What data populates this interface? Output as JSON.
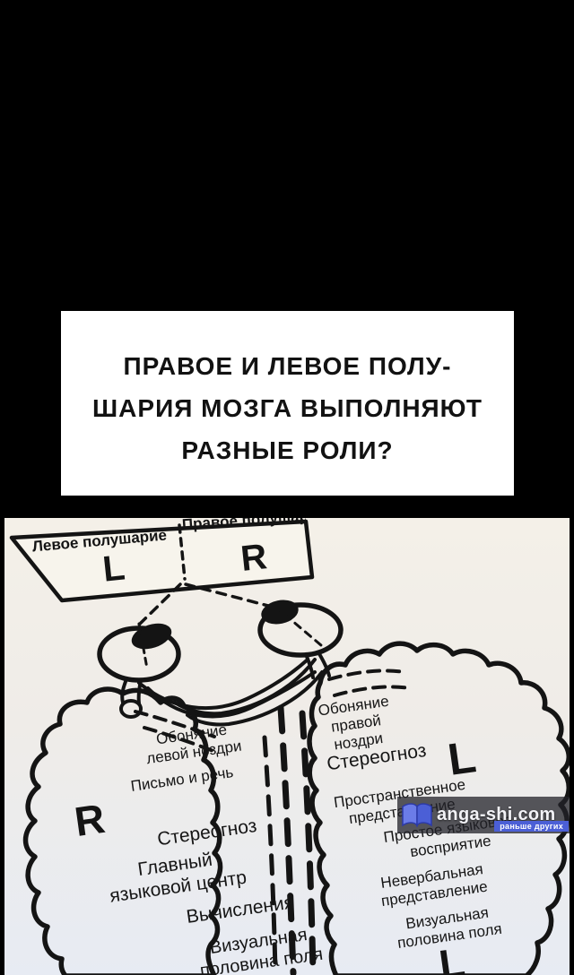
{
  "caption": {
    "lines": [
      "ПРАВОЕ И ЛЕВОЕ ПОЛУ-",
      "ШАРИЯ МОЗГА ВЫПОЛНЯЮТ",
      "РАЗНЫЕ РОЛИ?"
    ]
  },
  "sign": {
    "left_title": "Левое полушарие",
    "left_letter": "L",
    "right_title": "Правое полушарие",
    "right_letter": "R"
  },
  "left_hemisphere": {
    "letter": "R",
    "labels": [
      "Обоняние левой ноздри",
      "Письмо и речь",
      "Стереогноз",
      "Главный языковой центр",
      "Вычисления",
      "Визуальная половина поля"
    ]
  },
  "right_hemisphere": {
    "letter": "L",
    "bottom_letter": "L",
    "labels": [
      "Обоняние правой ноздри",
      "Стереогноз",
      "Пространственное представление",
      "Простое языковое восприятие",
      "Невербальная представление",
      "Визуальная половина поля"
    ]
  },
  "watermark": {
    "site": "anga-shi.com",
    "tagline": "раньше других",
    "accent_color": "#4b5fd6"
  },
  "colors": {
    "page_bg": "#000000",
    "caption_bg": "#ffffff",
    "panel_top": "#f4f0e8",
    "panel_bottom": "#e7ebf3",
    "ink": "#141414"
  }
}
